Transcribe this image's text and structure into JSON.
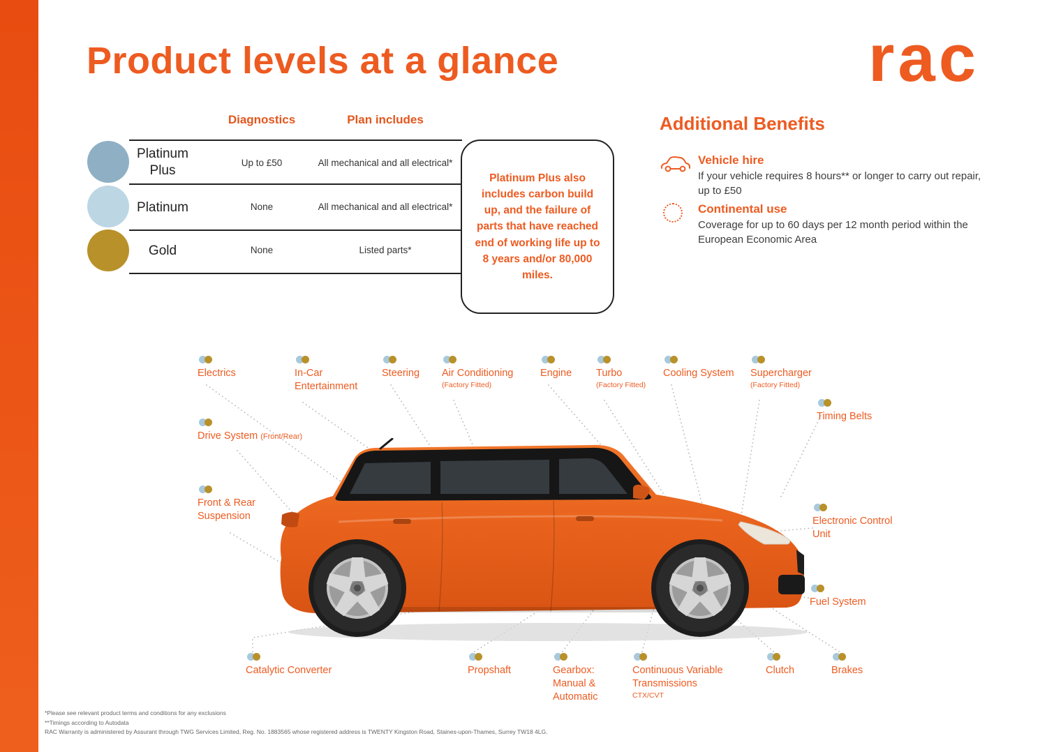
{
  "brand": {
    "logo": "rac",
    "accent_color": "#ED5B21"
  },
  "title": "Product levels at a glance",
  "colors": {
    "accent": "#ED5B21",
    "steel_blue": "#8FB0C4",
    "light_blue": "#BCD6E4",
    "gold": "#B9912A"
  },
  "table": {
    "headers": [
      "Diagnostics",
      "Plan includes"
    ],
    "rows": [
      {
        "name": "Platinum\nPlus",
        "diagnostics": "Up to £50",
        "plan": "All mechanical and all electrical*",
        "color": "#8FB0C4"
      },
      {
        "name": "Platinum",
        "diagnostics": "None",
        "plan": "All mechanical and all electrical*",
        "color": "#BCD6E4"
      },
      {
        "name": "Gold",
        "diagnostics": "None",
        "plan": "Listed parts*",
        "color": "#B9912A"
      }
    ],
    "callout": "Platinum Plus also includes carbon build up, and the failure of parts that have reached end of working life up to 8 years and/or 80,000 miles."
  },
  "benefits": {
    "title": "Additional Benefits",
    "items": [
      {
        "name": "Vehicle hire",
        "icon": "car-icon",
        "text": "If your vehicle requires 8 hours** or longer to carry out repair, up to £50"
      },
      {
        "name": "Continental use",
        "icon": "dotted-circle-icon",
        "text": "Coverage for up to 60 days per 12 month period within the European Economic Area"
      }
    ]
  },
  "parts": [
    {
      "label": "Electrics"
    },
    {
      "label": "In-Car\nEntertainment"
    },
    {
      "label": "Steering"
    },
    {
      "label": "Air Conditioning",
      "sub": "(Factory Fitted)"
    },
    {
      "label": "Engine"
    },
    {
      "label": "Turbo",
      "sub": "(Factory Fitted)"
    },
    {
      "label": "Cooling System"
    },
    {
      "label": "Supercharger",
      "sub": "(Factory Fitted)"
    },
    {
      "label": "Timing Belts"
    },
    {
      "label": "Drive System",
      "suffix": "(Front/Rear)"
    },
    {
      "label": "Front & Rear\nSuspension"
    },
    {
      "label": "Electronic Control\nUnit"
    },
    {
      "label": "Fuel System"
    },
    {
      "label": "Catalytic Converter"
    },
    {
      "label": "Propshaft"
    },
    {
      "label": "Gearbox:\nManual &\nAutomatic"
    },
    {
      "label": "Continuous Variable\nTransmissions",
      "sub": "CTX/CVT"
    },
    {
      "label": "Clutch"
    },
    {
      "label": "Brakes"
    }
  ],
  "footer": {
    "lines": [
      "*Please see relevant product terms and conditions for any exclusions",
      "**Timings according to Autodata",
      "RAC Warranty is administered by Assurant through TWG Services Limited, Reg. No. 1883565  whose registered address is TWENTY Kingston Road, Staines-upon-Thames, Surrey TW18 4LG."
    ]
  }
}
